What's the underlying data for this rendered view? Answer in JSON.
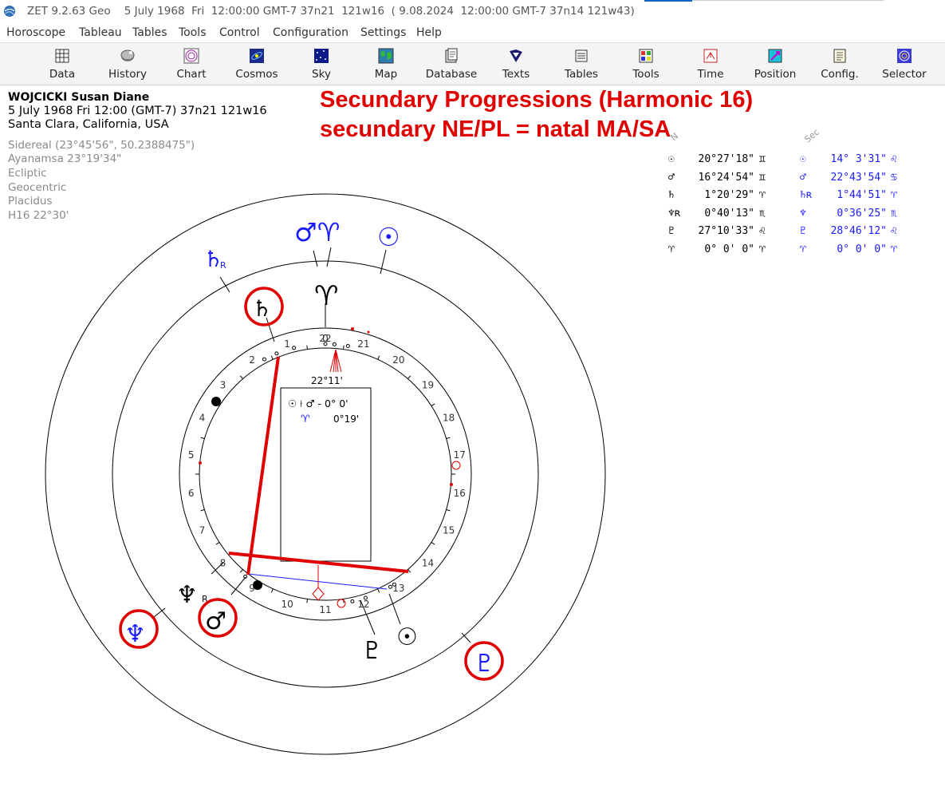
{
  "window": {
    "title": "ZET 9.2.63 Geo    5 July 1968  Fri  12:00:00 GMT-7 37n21  121w16  ( 9.08.2024  12:00:00 GMT-7 37n14 121w43)"
  },
  "menu": [
    "Horoscope",
    "Tableau",
    "Tables",
    "Tools",
    "Control",
    "Configuration",
    "Settings",
    "Help"
  ],
  "toolbar": [
    {
      "label": "Data",
      "icon": "data-grid-icon"
    },
    {
      "label": "History",
      "icon": "history-disc-icon"
    },
    {
      "label": "Chart",
      "icon": "chart-wheel-icon"
    },
    {
      "label": "Cosmos",
      "icon": "cosmos-icon"
    },
    {
      "label": "Sky",
      "icon": "sky-stars-icon"
    },
    {
      "label": "Map",
      "icon": "map-icon"
    },
    {
      "label": "Database",
      "icon": "database-icon"
    },
    {
      "label": "Texts",
      "icon": "texts-icon"
    },
    {
      "label": "Tables",
      "icon": "tables-icon"
    },
    {
      "label": "Tools",
      "icon": "tools-icon"
    },
    {
      "label": "Time",
      "icon": "time-icon"
    },
    {
      "label": "Position",
      "icon": "position-icon"
    },
    {
      "label": "Config.",
      "icon": "config-icon"
    },
    {
      "label": "Selector",
      "icon": "selector-icon"
    }
  ],
  "person": {
    "name": "WOJCICKI Susan Diane",
    "datetime": "5 July 1968  Fri  12:00 (GMT-7) 37n21  121w16",
    "place": "Santa Clara, California, USA",
    "settings": [
      "Sidereal (23°45'56\", 50.2388475\")",
      "Ayanamsa 23°19'34\"",
      "Ecliptic",
      "Geocentric",
      "Placidus",
      "H16  22°30'"
    ]
  },
  "headline": {
    "line1": "Secundary Progressions (Harmonic 16)",
    "line2": "secundary NE/PL = natal MA/SA"
  },
  "positions": {
    "natal_header": "N",
    "sec_header": "Sec",
    "natal": [
      {
        "glyph": "☉",
        "value": "20°27'18\"",
        "sign": "♊"
      },
      {
        "glyph": "♂",
        "value": "16°24'54\"",
        "sign": "♊"
      },
      {
        "glyph": "♄",
        "value": " 1°20'29\"",
        "sign": "♈"
      },
      {
        "glyph": "♆ʀ",
        "value": " 0°40'13\"",
        "sign": "♏"
      },
      {
        "glyph": "♇",
        "value": "27°10'33\"",
        "sign": "♌"
      },
      {
        "glyph": "♈",
        "value": " 0° 0' 0\"",
        "sign": "♈"
      }
    ],
    "sec": [
      {
        "glyph": "☉",
        "value": "14° 3'31\"",
        "sign": "♌"
      },
      {
        "glyph": "♂",
        "value": "22°43'54\"",
        "sign": "♋"
      },
      {
        "glyph": "♄ʀ",
        "value": " 1°44'51\"",
        "sign": "♈"
      },
      {
        "glyph": "♆",
        "value": " 0°36'25\"",
        "sign": "♏"
      },
      {
        "glyph": "♇",
        "value": "28°46'12\"",
        "sign": "♌"
      },
      {
        "glyph": "♈",
        "value": " 0° 0' 0\"",
        "sign": "♈"
      }
    ]
  },
  "wheel": {
    "house_numbers": [
      "1",
      "2",
      "3",
      "4",
      "5",
      "6",
      "7",
      "8",
      "9",
      "10",
      "11",
      "12",
      "13",
      "14",
      "15",
      "16",
      "17",
      "18",
      "19",
      "20",
      "21",
      "22"
    ],
    "zero_label": "0",
    "asc_degree": "22°11'",
    "aspect_box": {
      "line1": "☉ ⟊ ♂ - 0° 0'",
      "line2_glyph": "♈",
      "line2_value": "0°19'"
    },
    "natal_glyphs": {
      "aries": "♈",
      "saturn": "♄",
      "mars": "♂",
      "neptune": "♆",
      "neptune_r": "R",
      "pluto": "♇",
      "sun": "☉"
    },
    "sec_glyphs": {
      "marsaries": "♂♈",
      "sun": "☉",
      "saturn": "♄",
      "saturn_r": "R",
      "neptune": "♆",
      "pluto": "♇"
    },
    "colors": {
      "red": "#e00000",
      "blue": "#1a1aff",
      "natal": "#000000"
    }
  }
}
